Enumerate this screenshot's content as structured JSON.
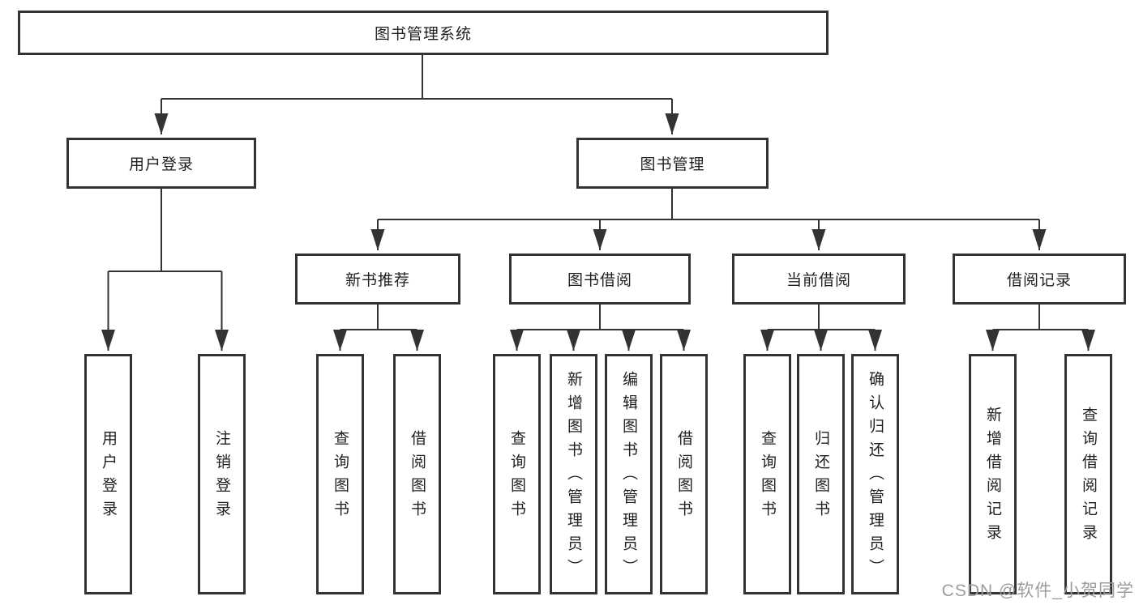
{
  "colors": {
    "line": "#333333",
    "box_fill": "#ffffff",
    "watermark": "#9c9c9c"
  },
  "watermark": {
    "text": "CSDN @软件_小贺同学"
  },
  "tree": {
    "root": {
      "label": "图书管理系统"
    },
    "branches": [
      {
        "label": "用户登录",
        "children": [
          {
            "label": "用户登录"
          },
          {
            "label": "注销登录"
          }
        ]
      },
      {
        "label": "图书管理",
        "children": [
          {
            "label": "新书推荐",
            "children": [
              {
                "label": "查询图书"
              },
              {
                "label": "借阅图书"
              }
            ]
          },
          {
            "label": "图书借阅",
            "children": [
              {
                "label": "查询图书"
              },
              {
                "label": "新增图书（管理员）"
              },
              {
                "label": "编辑图书（管理员）"
              },
              {
                "label": "借阅图书"
              }
            ]
          },
          {
            "label": "当前借阅",
            "children": [
              {
                "label": "查询图书"
              },
              {
                "label": "归还图书"
              },
              {
                "label": "确认归还（管理员）"
              }
            ]
          },
          {
            "label": "借阅记录",
            "children": [
              {
                "label": "新增借阅记录"
              },
              {
                "label": "查询借阅记录"
              }
            ]
          }
        ]
      }
    ]
  }
}
